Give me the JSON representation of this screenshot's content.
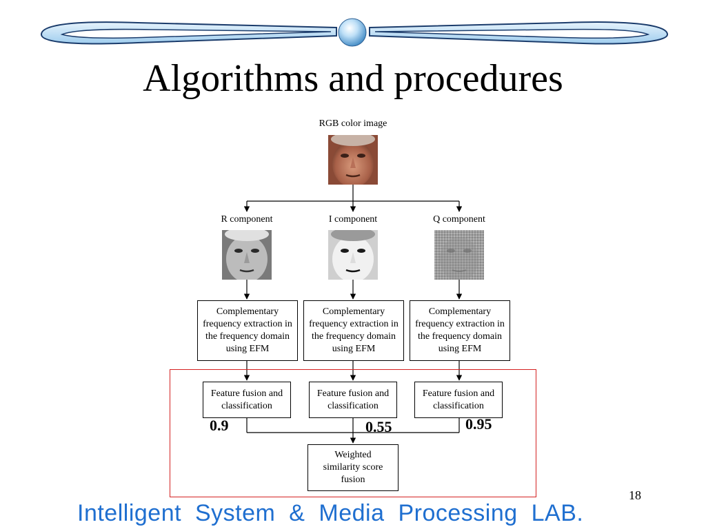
{
  "slide": {
    "title": "Algorithms and procedures",
    "page_number": "18",
    "footer": "Intelligent  System  &  Media  Processing  LAB."
  },
  "diagram": {
    "input_label": "RGB color image",
    "components": [
      {
        "label": "R component",
        "extraction": "Complementary frequency extraction in the frequency domain using EFM",
        "fusion": "Feature fusion and classification",
        "weight": "0.9"
      },
      {
        "label": "I component",
        "extraction": "Complementary frequency extraction in the frequency domain using EFM",
        "fusion": "Feature fusion and classification",
        "weight": "0.55"
      },
      {
        "label": "Q component",
        "extraction": "Complementary frequency extraction in the frequency domain using EFM",
        "fusion": "Feature fusion and classification",
        "weight": "0.95"
      }
    ],
    "final": "Weighted similarity score fusion"
  },
  "colors": {
    "title_text": "#000000",
    "footer_text": "#1f6fd0",
    "highlight_border": "#d42020",
    "swoosh_blue": "#7fb9e6"
  }
}
